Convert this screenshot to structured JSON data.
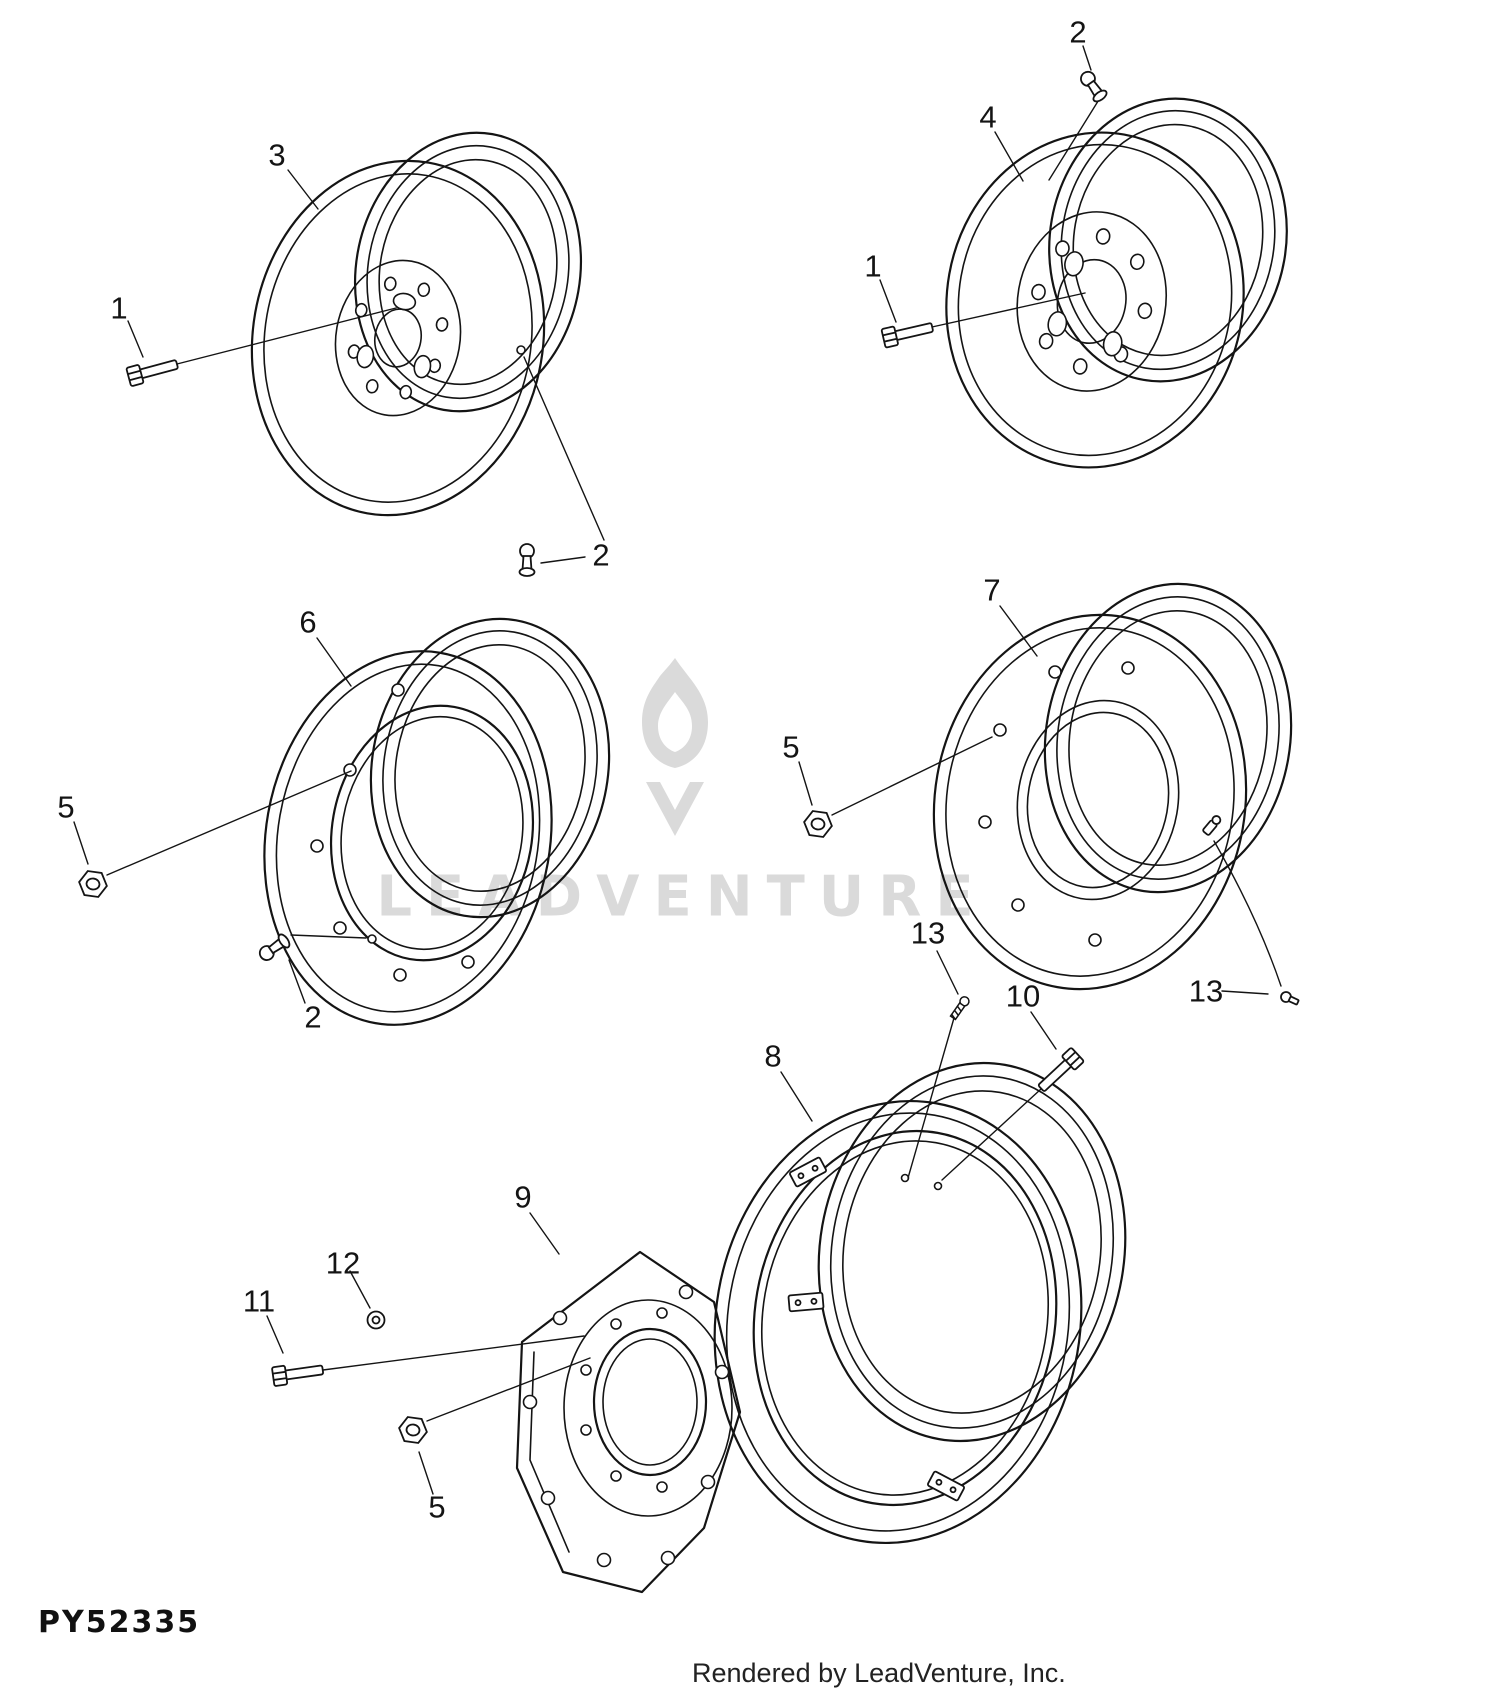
{
  "page": {
    "background_color": "#ffffff",
    "line_color": "#141414",
    "watermark_color": "#dadada"
  },
  "diagram": {
    "part_code": "PY52335",
    "footer_credit": "Rendered by LeadVenture, Inc.",
    "watermark_text": "LEADVENTURE"
  },
  "callouts": {
    "n1": "1",
    "n2": "2",
    "n3": "3",
    "n4": "4",
    "n5": "5",
    "n6": "6",
    "n7": "7",
    "n8": "8",
    "n9": "9",
    "n10": "10",
    "n11": "11",
    "n12": "12",
    "n13": "13"
  }
}
